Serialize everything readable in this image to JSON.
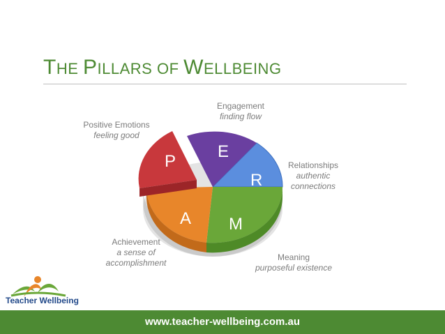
{
  "title": {
    "t1": "T",
    "t2": "HE ",
    "t3": "P",
    "t4": "ILLARS OF ",
    "t5": "W",
    "t6": "ELLBEING"
  },
  "segments": [
    {
      "letter": "P",
      "name": "Positive Emotions",
      "subtitle": "feeling good",
      "color": "#c8383c"
    },
    {
      "letter": "E",
      "name": "Engagement",
      "subtitle": "finding flow",
      "color": "#6a3fa0"
    },
    {
      "letter": "R",
      "name": "Relationships",
      "subtitle_line1": "authentic",
      "subtitle_line2": "connections",
      "color": "#5b8ede"
    },
    {
      "letter": "M",
      "name": "Meaning",
      "subtitle": "purposeful existence",
      "color": "#6aa739"
    },
    {
      "letter": "A",
      "name": "Achievement",
      "subtitle_line1": "a sense of",
      "subtitle_line2": "accomplishment",
      "color": "#e8862a"
    }
  ],
  "logo": {
    "text": "Teacher Wellbeing"
  },
  "footer": {
    "url": "www.teacher-wellbeing.com.au"
  }
}
